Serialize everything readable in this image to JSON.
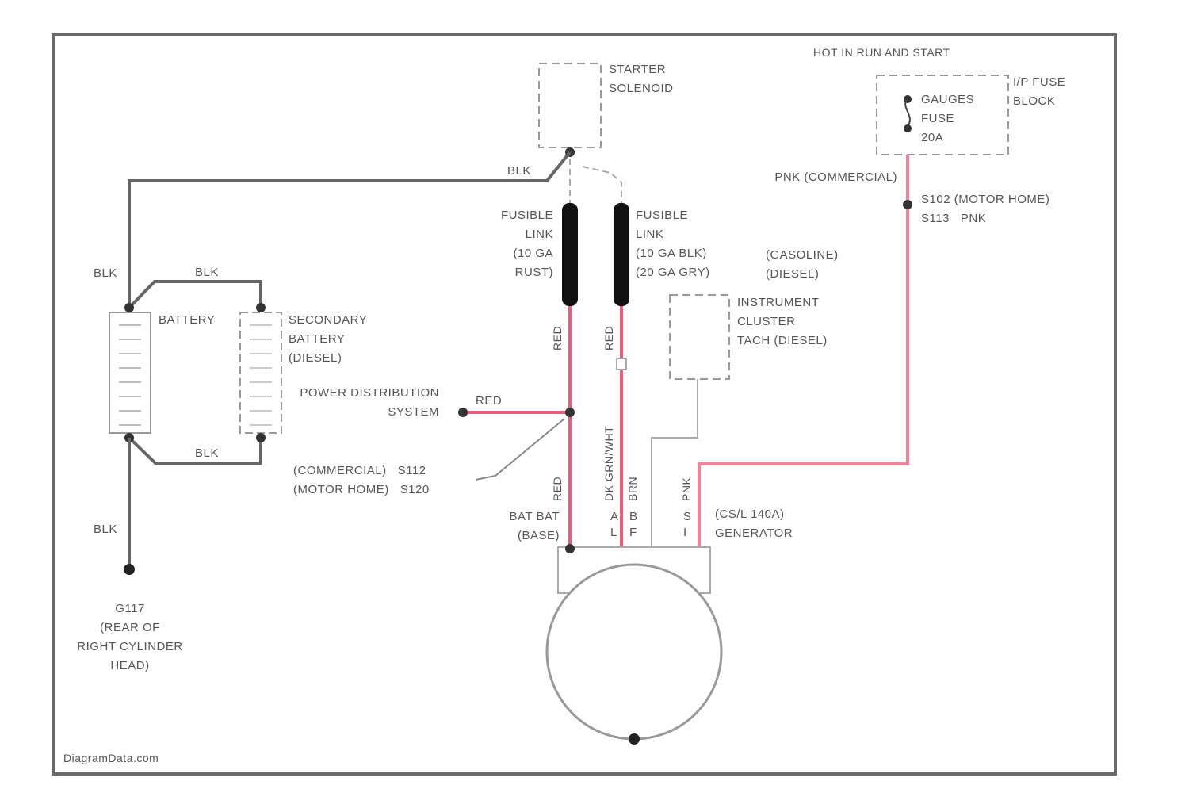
{
  "colors": {
    "frame": "#555555",
    "wire_blk": "#666666",
    "wire_red": "#f05a7a",
    "wire_pnk": "#f4809a",
    "component": "#888888",
    "background": "#ffffff"
  },
  "labels": {
    "hot_in_run": "HOT IN RUN AND START",
    "ip_fuse_block": "I/P FUSE\nBLOCK",
    "gauges_fuse": "GAUGES\nFUSE\n20A",
    "starter_solenoid": "STARTER\nSOLENOID",
    "blk_starter": "BLK",
    "pnk_commercial": "PNK (COMMERCIAL)",
    "splice_motor_home": "S102 (MOTOR HOME)\nS113   PNK",
    "fusible_link_left": "FUSIBLE\nLINK\n(10 GA\nRUST)",
    "fusible_link_right": "FUSIBLE\nLINK\n(10 GA BLK)\n(20 GA GRY)",
    "gasoline_diesel": "(GASOLINE)\n(DIESEL)",
    "instrument_cluster": "INSTRUMENT\nCLUSTER\nTACH (DIESEL)",
    "blk_top_left": "BLK",
    "blk_top_mid": "BLK",
    "battery": "BATTERY",
    "secondary_battery": "SECONDARY\nBATTERY\n(DIESEL)",
    "power_distribution": "POWER DISTRIBUTION\nSYSTEM",
    "red_pd": "RED",
    "blk_bottom_mid": "BLK",
    "commercial_motor_home": "(COMMERCIAL)   S112\n(MOTOR HOME)   S120",
    "blk_ground": "BLK",
    "ground_g117": "G117\n(REAR OF\nRIGHT CYLINDER\nHEAD)",
    "bat_bat": "BAT BAT\n(BASE)",
    "generator": "(CS/L 140A)\nGENERATOR",
    "watermark": "DiagramData.com",
    "red_left_wire": "RED",
    "red_right_wire": "RED",
    "red_lower_left": "RED",
    "term_l": "L",
    "term_f": "F",
    "wire_dk_grn": "DK GRN/WHT",
    "wire_brn": "BRN",
    "wire_pnk_gen": "PNK",
    "term_a": "A",
    "term_b": "B",
    "term_i": "I",
    "term_s": "S"
  }
}
